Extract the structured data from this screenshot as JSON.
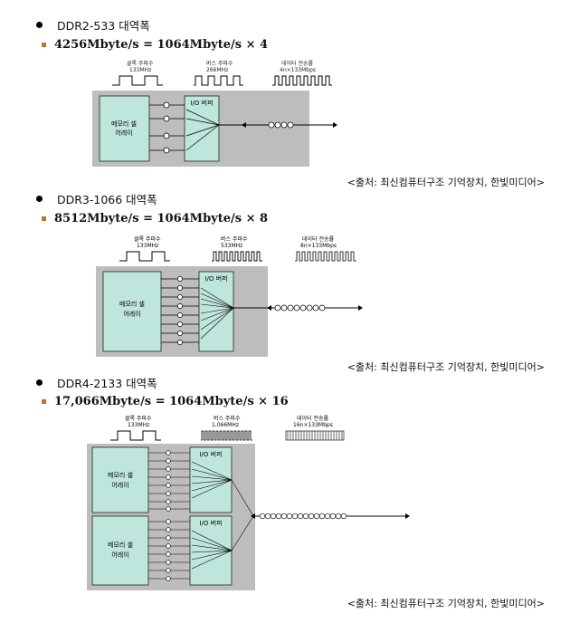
{
  "sections": [
    {
      "bullet": "DDR2-533 대역폭",
      "formula": "4256Mbyte/s = 1064Mbyte/s × 4",
      "diagram": {
        "clock_label": "클록 주파수",
        "clock_freq": "133MHz",
        "bus_label": "버스 주파수",
        "bus_freq": "266MHz",
        "data_label": "데이터 전송률",
        "data_rate": "4n×133Mbps",
        "memory_label_1": "메모리 셀",
        "memory_label_2": "어레이",
        "io_label": "I/O 버퍼"
      },
      "source": "<출처: 최신컴퓨터구조 기억장치, 한빛미디어>"
    },
    {
      "bullet": "DDR3-1066 대역폭",
      "formula": "8512Mbyte/s = 1064Mbyte/s × 8",
      "diagram": {
        "clock_label": "클록 주파수",
        "clock_freq": "133MHz",
        "bus_label": "버스 주파수",
        "bus_freq": "533MHz",
        "data_label": "데이터 전송률",
        "data_rate": "8n×133Mbps",
        "memory_label_1": "메모리 셀",
        "memory_label_2": "어레이",
        "io_label": "I/O 버퍼"
      },
      "source": "<출처: 최신컴퓨터구조 기억장치, 한빛미디어>"
    },
    {
      "bullet": "DDR4-2133 대역폭",
      "formula": "17,066Mbyte/s = 1064Mbyte/s × 16",
      "diagram": {
        "clock_label": "클록 주파수",
        "clock_freq": "133MHz",
        "bus_label": "버스 주파수",
        "bus_freq": "1,066MHz",
        "data_label": "데이터 전송률",
        "data_rate": "16n×133Mbps",
        "memory_label_1": "메모리 셀",
        "memory_label_2": "어레이",
        "io_label": "I/O 버퍼"
      },
      "source": "<출처: 최신컴퓨터구조 기억장치, 한빛미디어>"
    }
  ]
}
